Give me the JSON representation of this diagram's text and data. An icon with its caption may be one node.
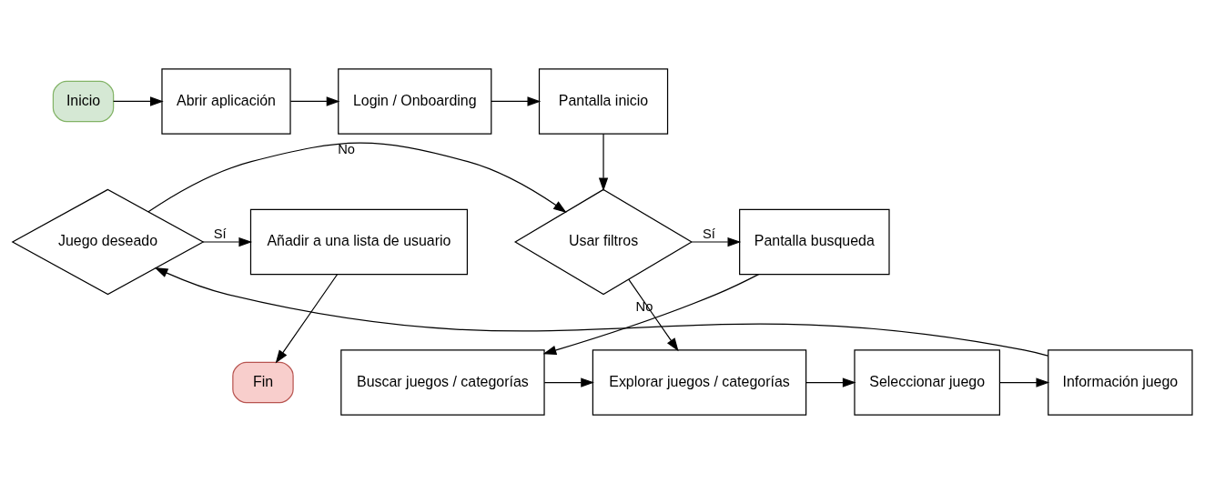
{
  "diagram": {
    "nodes": [
      {
        "text": [
          "Inicio"
        ]
      },
      {
        "text": [
          "Abrir aplicación"
        ]
      },
      {
        "text": [
          "Login / Onboarding"
        ]
      },
      {
        "text": [
          "Pantalla inicio"
        ]
      },
      {
        "text": [
          "Usar filtros"
        ]
      },
      {
        "text": [
          "Pantalla busqueda"
        ]
      },
      {
        "text": [
          "Buscar juegos / categorías"
        ]
      },
      {
        "text": [
          "Explorar juegos / categorías"
        ]
      },
      {
        "text": [
          "Seleccionar juego"
        ]
      },
      {
        "text": [
          "Información juego"
        ]
      },
      {
        "text": [
          "Juego deseado"
        ]
      },
      {
        "text": [
          "Añadir a una lista de usuario"
        ]
      },
      {
        "text": [
          "Fin"
        ]
      }
    ],
    "edges": [
      {
        "from": 0,
        "to": 1,
        "arrow": "to"
      },
      {
        "from": 1,
        "to": 2,
        "arrow": "to"
      },
      {
        "from": 2,
        "to": 3,
        "arrow": "to"
      },
      {
        "from": 3,
        "to": 4,
        "arrow": "to"
      },
      {
        "from": 4,
        "to": 5,
        "arrow": "to",
        "label": "Sí"
      },
      {
        "from": 5,
        "to": 6,
        "arrow": "to"
      },
      {
        "from": 6,
        "to": 7,
        "arrow": "to"
      },
      {
        "from": 4,
        "to": 7,
        "arrow": "to",
        "label": "No"
      },
      {
        "from": 7,
        "to": 8,
        "arrow": "to"
      },
      {
        "from": 8,
        "to": 9,
        "arrow": "to"
      },
      {
        "from": 9,
        "to": 10,
        "arrow": "to"
      },
      {
        "from": 10,
        "to": 11,
        "arrow": "to",
        "label": "Sí"
      },
      {
        "from": 10,
        "to": 4,
        "arrow": "to",
        "label": "No"
      },
      {
        "from": 11,
        "to": 12,
        "arrow": "to"
      }
    ]
  }
}
